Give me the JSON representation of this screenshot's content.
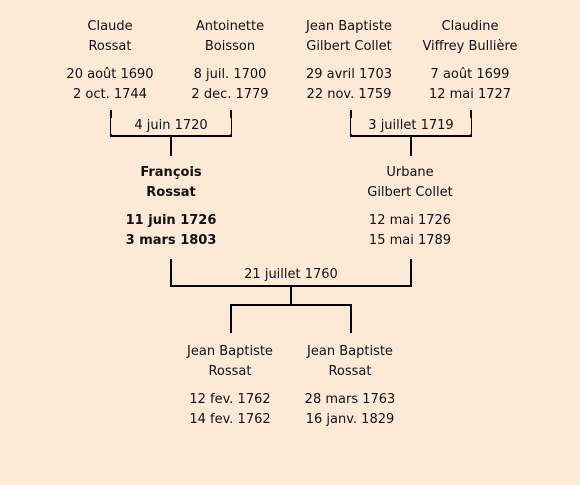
{
  "grandparents": {
    "claude_rossat": {
      "name1": "Claude",
      "name2": "Rossat",
      "birth": "20 août 1690",
      "death": "2 oct. 1744"
    },
    "antoinette_boisson": {
      "name1": "Antoinette",
      "name2": "Boisson",
      "birth": "8 juil. 1700",
      "death": "2 dec. 1779"
    },
    "jb_gilbert_collet": {
      "name1": "Jean Baptiste",
      "name2": "Gilbert Collet",
      "birth": "29 avril 1703",
      "death": "22 nov. 1759"
    },
    "claudine_viffrey": {
      "name1": "Claudine",
      "name2": "Viffrey Bullière",
      "birth": "7 août 1699",
      "death": "12 mai 1727"
    }
  },
  "marriages": {
    "left": "4 juin 1720",
    "right": "3 juillet 1719",
    "parents": "21 juillet 1760"
  },
  "parents": {
    "francois_rossat": {
      "name1": "François",
      "name2": "Rossat",
      "birth": "11 juin 1726",
      "death": "3 mars 1803"
    },
    "urbane_gilbert_collet": {
      "name1": "Urbane",
      "name2": "Gilbert Collet",
      "birth": "12 mai 1726",
      "death": "15 mai 1789"
    }
  },
  "children": {
    "jb_rossat_1": {
      "name1": "Jean Baptiste",
      "name2": "Rossat",
      "birth": "12 fev. 1762",
      "death": "14 fev. 1762"
    },
    "jb_rossat_2": {
      "name1": "Jean Baptiste",
      "name2": "Rossat",
      "birth": "28 mars 1763",
      "death": "16 janv. 1829"
    }
  },
  "colors": {
    "background": "#fce9d6",
    "lines": "#000000",
    "text": "#111111"
  }
}
